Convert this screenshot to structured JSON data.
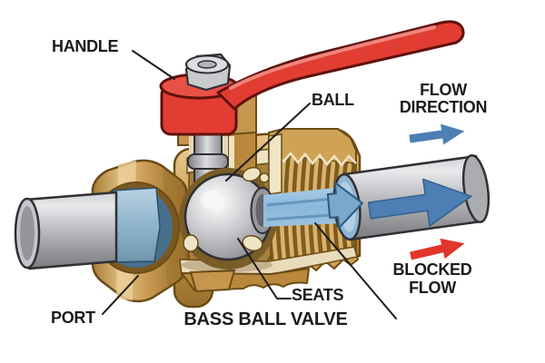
{
  "diagram": {
    "title": "BASS BALL VALVE",
    "callouts": {
      "handle": "HANDLE",
      "ball": "BALL",
      "port": "PORT",
      "seats": "SEATS"
    },
    "flow_direction": {
      "line1": "FLOW",
      "line2": "DIRECTION"
    },
    "blocked_flow": {
      "line1": "BLOCKED",
      "line2": "FLOW"
    },
    "arrows": [
      {
        "name": "flow-direction-arrow",
        "direction": "right",
        "color": "#4d7fb5"
      },
      {
        "name": "pipe-flow-arrow",
        "direction": "right",
        "color": "#4d7fb5"
      },
      {
        "name": "internal-flow-arrow",
        "direction": "right",
        "color": "#7aa8cc"
      },
      {
        "name": "blocked-flow-arrow",
        "direction": "right",
        "color": "#e2352b"
      }
    ],
    "colors": {
      "handle_red": "#e23d33",
      "body_brass": "#c6954e",
      "ball_gray": "#c9cacd",
      "pipe_gray": "#b6b8bc",
      "water_blue": "#8fb4cc",
      "flow_arrow_blue": "#4d7fb5",
      "blocked_arrow_red": "#e2352b",
      "label_text": "#1c1c1c"
    }
  }
}
